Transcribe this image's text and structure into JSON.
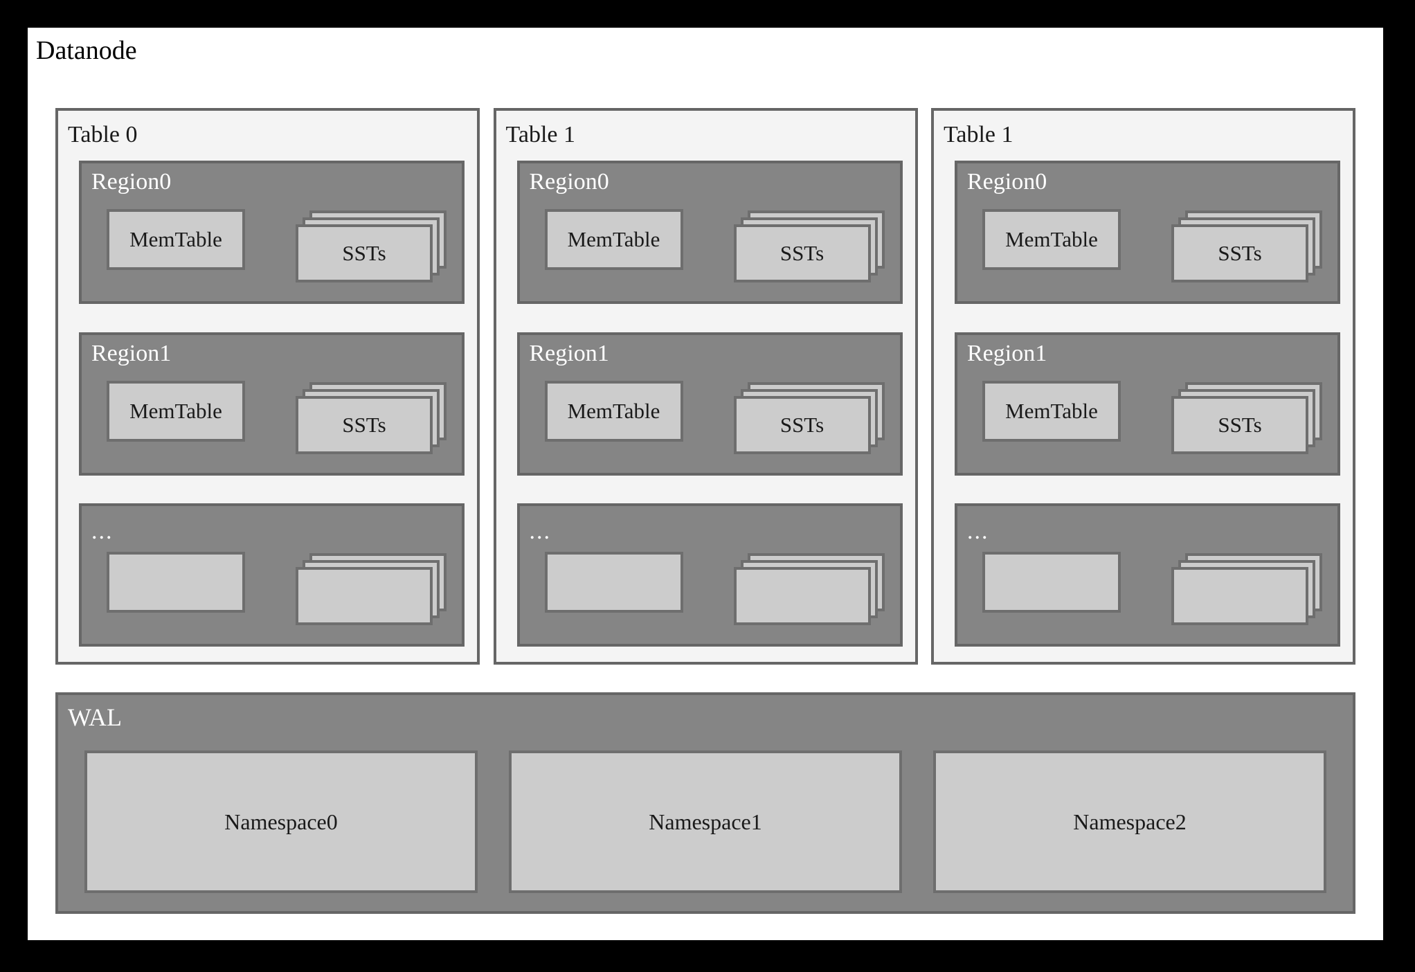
{
  "diagram": {
    "title": "Datanode",
    "background_color": "#000000",
    "panel_color": "#ffffff",
    "table_fill": "#f4f4f4",
    "region_fill": "#858585",
    "card_fill": "#cccccc",
    "border_color": "#666666",
    "label_dark": "#1a1a1a",
    "label_light": "#ffffff"
  },
  "tables": [
    {
      "label": "Table 0",
      "regions": [
        {
          "label": "Region0",
          "is_ellipsis": false,
          "memtable": "MemTable",
          "sst": "SSTs"
        },
        {
          "label": "Region1",
          "is_ellipsis": false,
          "memtable": "MemTable",
          "sst": "SSTs"
        },
        {
          "label": "...",
          "is_ellipsis": true,
          "memtable": "",
          "sst": ""
        }
      ]
    },
    {
      "label": "Table 1",
      "regions": [
        {
          "label": "Region0",
          "is_ellipsis": false,
          "memtable": "MemTable",
          "sst": "SSTs"
        },
        {
          "label": "Region1",
          "is_ellipsis": false,
          "memtable": "MemTable",
          "sst": "SSTs"
        },
        {
          "label": "...",
          "is_ellipsis": true,
          "memtable": "",
          "sst": ""
        }
      ]
    },
    {
      "label": "Table 1",
      "regions": [
        {
          "label": "Region0",
          "is_ellipsis": false,
          "memtable": "MemTable",
          "sst": "SSTs"
        },
        {
          "label": "Region1",
          "is_ellipsis": false,
          "memtable": "MemTable",
          "sst": "SSTs"
        },
        {
          "label": "...",
          "is_ellipsis": true,
          "memtable": "",
          "sst": ""
        }
      ]
    }
  ],
  "wal": {
    "label": "WAL",
    "namespaces": [
      {
        "label": "Namespace0"
      },
      {
        "label": "Namespace1"
      },
      {
        "label": "Namespace2"
      }
    ]
  }
}
